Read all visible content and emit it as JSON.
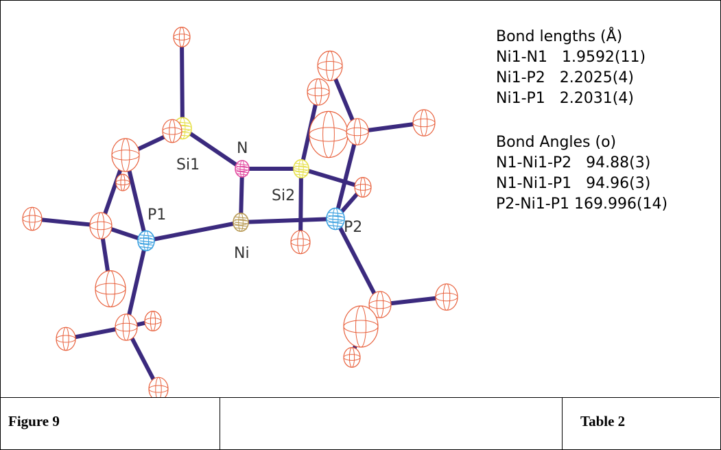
{
  "figure": {
    "atom_labels": {
      "si1": "Si1",
      "n": "N",
      "si2": "Si2",
      "p1": "P1",
      "p2": "P2",
      "ni": "Ni"
    },
    "colors": {
      "bond": "#3b2a7e",
      "carbon_outline": "#e8603c",
      "silicon": "#e6e04a",
      "nitrogen": "#e24aa0",
      "phosphorus": "#3aa0e0",
      "nickel": "#b89a55"
    }
  },
  "table": {
    "bond_lengths_heading": "Bond lengths (Å)",
    "bond_lengths": [
      {
        "label": "Ni1-N1",
        "value": "1.9592(11)"
      },
      {
        "label": "Ni1-P2",
        "value": "2.2025(4)"
      },
      {
        "label": "Ni1-P1",
        "value": "2.2031(4)"
      }
    ],
    "bond_angles_heading": "Bond Angles (o)",
    "bond_angles": [
      {
        "label": "N1-Ni1-P2",
        "value": "94.88(3)"
      },
      {
        "label": "N1-Ni1-P1",
        "value": "94.96(3)"
      },
      {
        "label": "P2-Ni1-P1",
        "value": "169.996(14)"
      }
    ]
  },
  "footer": {
    "figure_label": "Figure 9",
    "middle_label": "",
    "table_label": "Table 2"
  }
}
